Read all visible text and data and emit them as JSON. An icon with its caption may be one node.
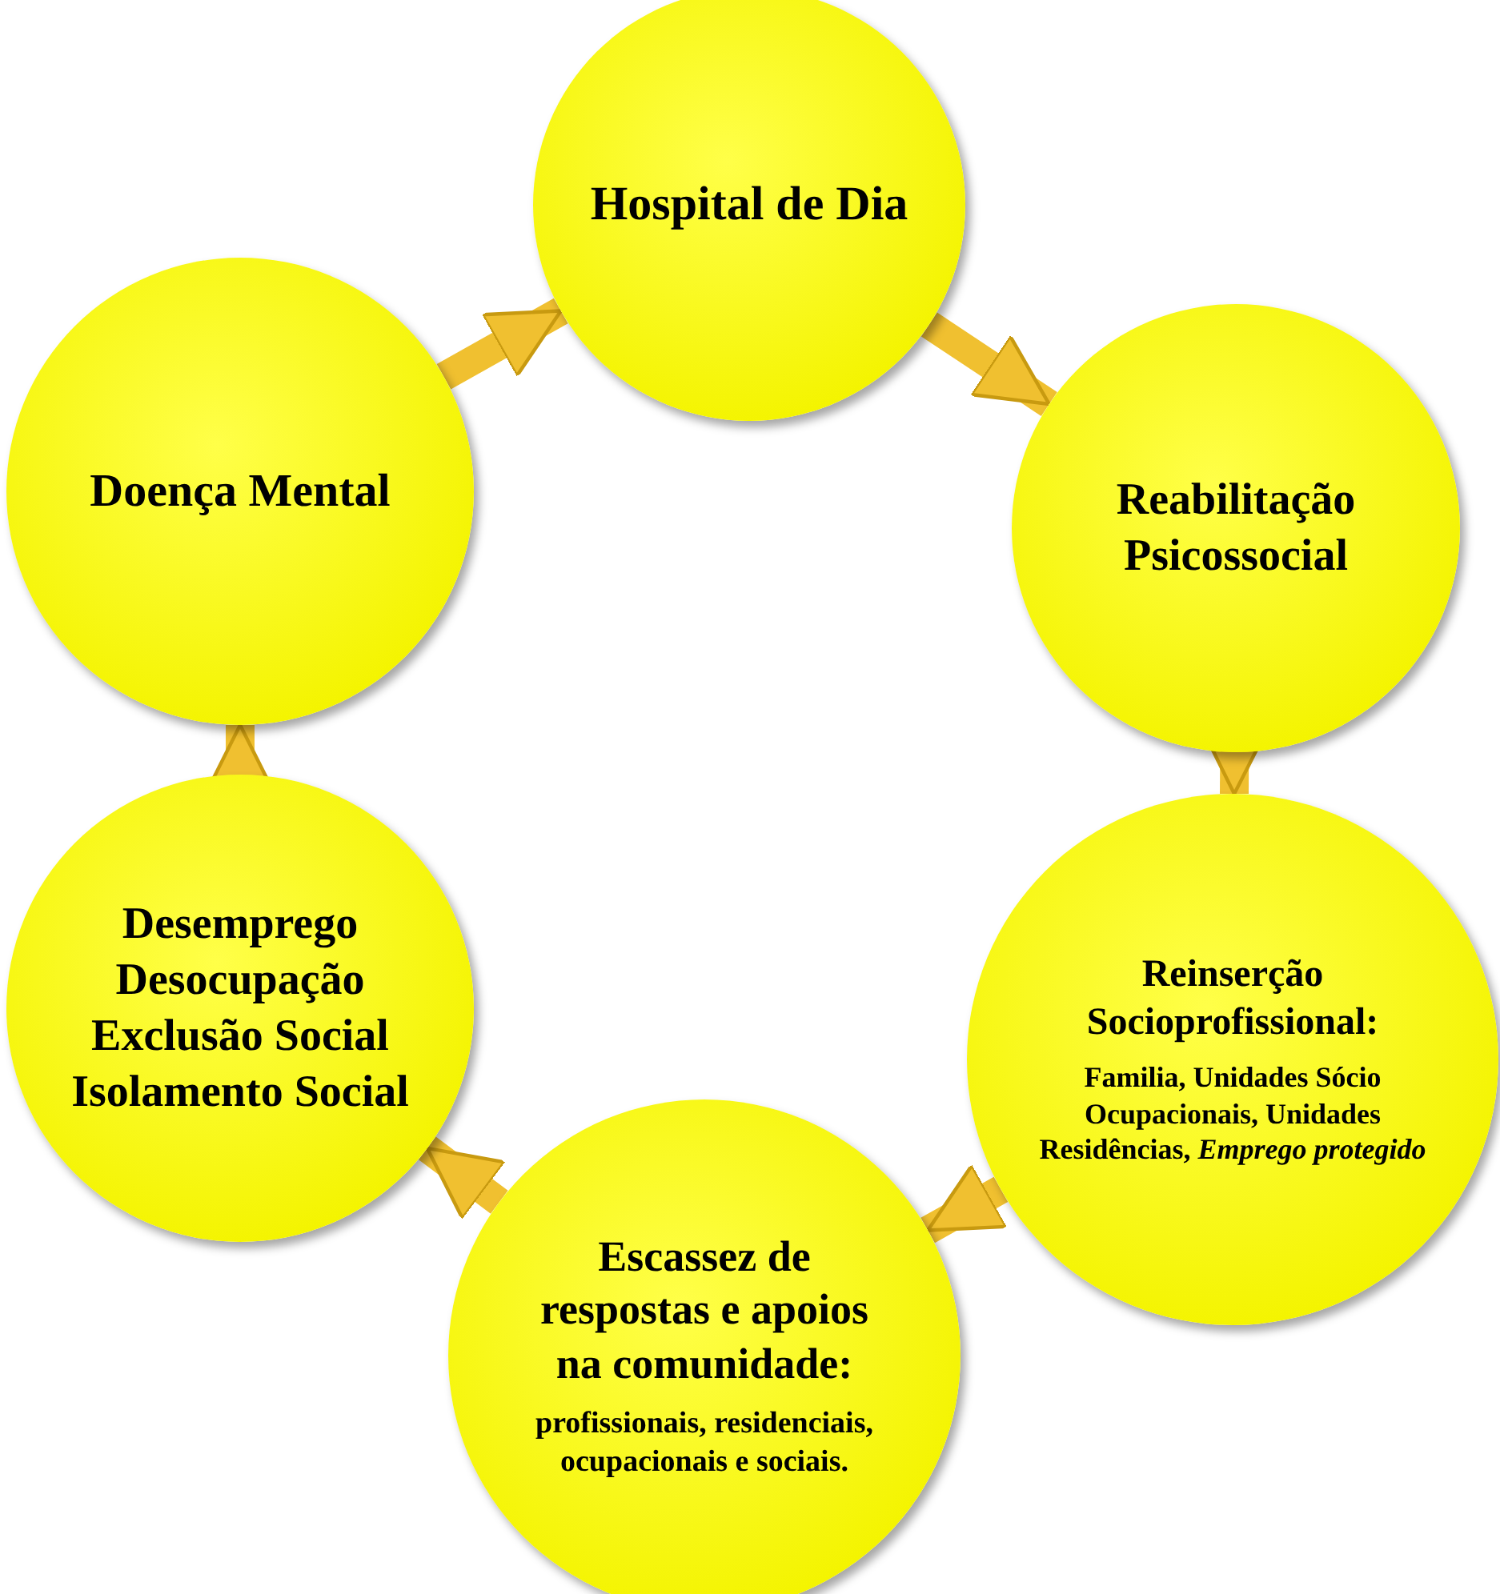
{
  "diagram": {
    "nodes": [
      {
        "text": [
          "Hospital de Dia"
        ]
      },
      {
        "text": [
          "Reabilitação Psicossocial"
        ]
      },
      {
        "text": [
          "Reinserção Socioprofissional:",
          "Familia, Unidades Sócio Ocupacionais, Unidades Residências, *Emprego protegido*"
        ]
      },
      {
        "text": [
          "Escassez de respostas e apoios na comunidade:",
          "profissionais, residenciais, ocupacionais e sociais."
        ]
      },
      {
        "text": [
          "Desemprego Desocupação Exclusão Social Isolamento Social"
        ]
      },
      {
        "text": [
          "Doença Mental"
        ]
      }
    ],
    "edges": [
      {
        "from": 5,
        "to": 0,
        "arrow": "to"
      },
      {
        "from": 0,
        "to": 1,
        "arrow": "to"
      },
      {
        "from": 1,
        "to": 2,
        "arrow": "to"
      },
      {
        "from": 2,
        "to": 3,
        "arrow": "to"
      },
      {
        "from": 3,
        "to": 4,
        "arrow": "to"
      },
      {
        "from": 4,
        "to": 5,
        "arrow": "to"
      }
    ]
  }
}
